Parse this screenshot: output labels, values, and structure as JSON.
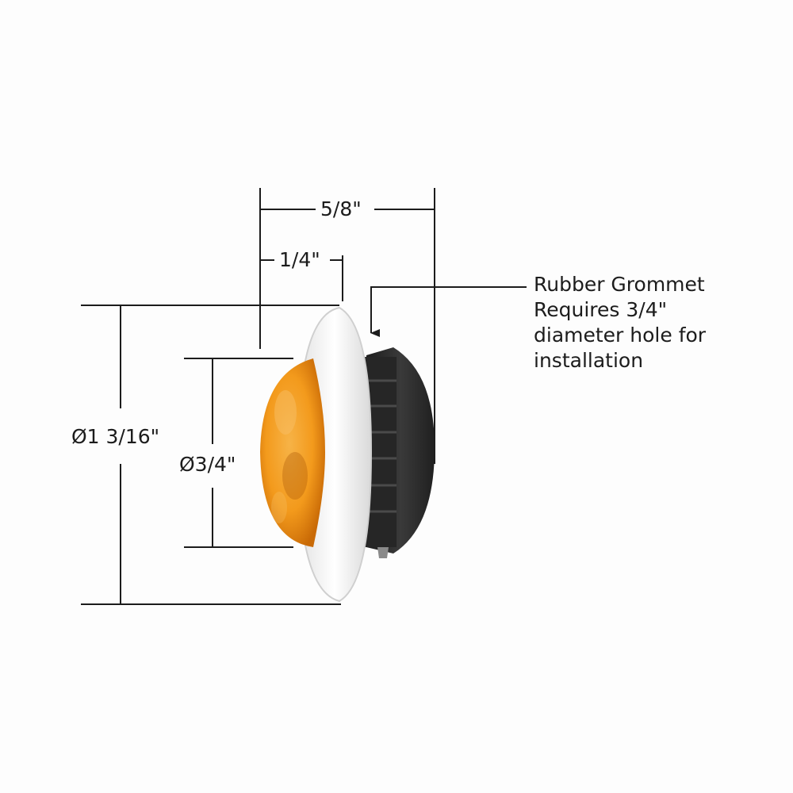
{
  "dimensions": {
    "overall_depth": "5/8\"",
    "bezel_depth": "1/4\"",
    "bezel_diameter": "Ø1 3/16\"",
    "lens_diameter": "Ø3/4\""
  },
  "callout": {
    "line1": "Rubber Grommet",
    "line2": "Requires 3/4\"",
    "line3": "diameter hole for",
    "line4": "installation"
  },
  "colors": {
    "lens": "#f39a1c",
    "lens_dark": "#c96a06",
    "bezel": "#f4f4f4",
    "grommet": "#2a2a2a",
    "line": "#1c1c1c"
  }
}
